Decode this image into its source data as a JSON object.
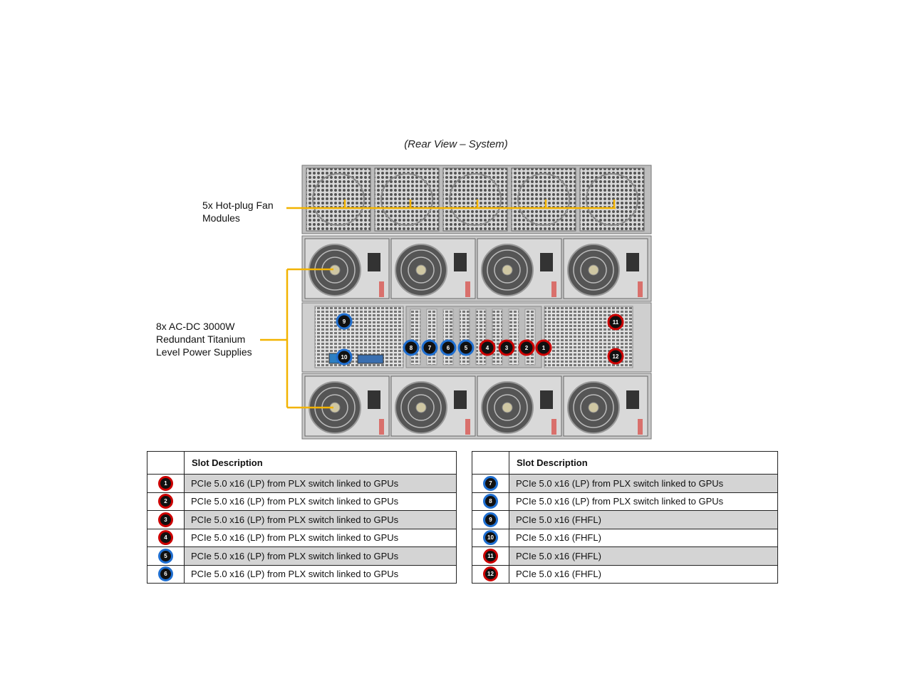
{
  "caption": "(Rear View – System)",
  "callouts": {
    "fans": [
      "5x Hot-plug Fan",
      "Modules"
    ],
    "psus": [
      "8x AC-DC 3000W",
      "Redundant Titanium",
      "Level Power Supplies"
    ]
  },
  "badges": [
    {
      "num": "9",
      "color": "blue"
    },
    {
      "num": "10",
      "color": "blue"
    },
    {
      "num": "8",
      "color": "blue"
    },
    {
      "num": "7",
      "color": "blue"
    },
    {
      "num": "6",
      "color": "blue"
    },
    {
      "num": "5",
      "color": "blue"
    },
    {
      "num": "4",
      "color": "red"
    },
    {
      "num": "3",
      "color": "red"
    },
    {
      "num": "2",
      "color": "red"
    },
    {
      "num": "1",
      "color": "red"
    },
    {
      "num": "11",
      "color": "red"
    },
    {
      "num": "12",
      "color": "red"
    }
  ],
  "colors": {
    "callout_line": "#f2b300",
    "red_ring": "#cc0000",
    "blue_ring": "#1f6fd1",
    "row_shade": "#d4d4d4"
  },
  "tables": [
    {
      "header": "Slot  Description",
      "rows": [
        {
          "num": "1",
          "color": "red",
          "desc": "PCIe 5.0 x16 (LP) from PLX switch linked to GPUs"
        },
        {
          "num": "2",
          "color": "red",
          "desc": "PCIe 5.0 x16 (LP) from PLX switch linked to GPUs"
        },
        {
          "num": "3",
          "color": "red",
          "desc": "PCIe 5.0 x16 (LP) from PLX switch linked to GPUs"
        },
        {
          "num": "4",
          "color": "red",
          "desc": "PCIe 5.0 x16 (LP) from PLX switch linked to GPUs"
        },
        {
          "num": "5",
          "color": "blue",
          "desc": "PCIe 5.0 x16 (LP) from PLX switch linked to GPUs"
        },
        {
          "num": "6",
          "color": "blue",
          "desc": "PCIe 5.0 x16 (LP) from PLX switch linked to GPUs"
        }
      ]
    },
    {
      "header": "Slot  Description",
      "rows": [
        {
          "num": "7",
          "color": "blue",
          "desc": "PCIe 5.0 x16 (LP) from PLX switch linked to GPUs"
        },
        {
          "num": "8",
          "color": "blue",
          "desc": "PCIe 5.0 x16 (LP) from PLX switch linked to GPUs"
        },
        {
          "num": "9",
          "color": "blue",
          "desc": "PCIe 5.0 x16 (FHFL)"
        },
        {
          "num": "10",
          "color": "blue",
          "desc": "PCIe 5.0 x16 (FHFL)"
        },
        {
          "num": "11",
          "color": "red",
          "desc": "PCIe 5.0 x16 (FHFL)"
        },
        {
          "num": "12",
          "color": "red",
          "desc": "PCIe 5.0 x16 (FHFL)"
        }
      ]
    }
  ]
}
